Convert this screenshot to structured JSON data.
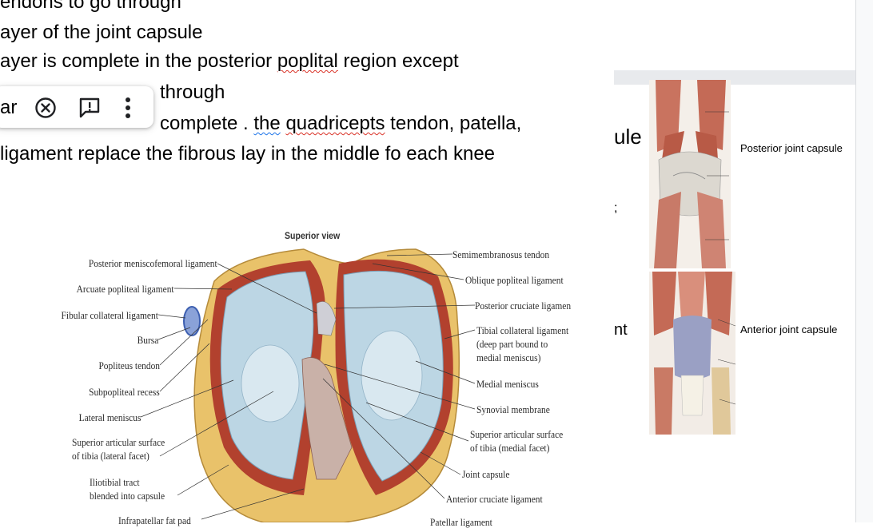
{
  "document": {
    "lines": [
      "endons to go through",
      "ayer of the joint capsule",
      "ayer is complete in the posterior ",
      "poplital",
      " region except",
      "through",
      "complete . ",
      "the",
      " ",
      "quadricepts",
      " tendon, patella,",
      "ligament replace the fibrous lay in the middle fo each knee"
    ]
  },
  "toolbar": {
    "partial_label": "ar",
    "icons": [
      "close-circle-icon",
      "feedback-icon",
      "more-vert-icon"
    ]
  },
  "slide": {
    "partial_text_1": "ule",
    "partial_text_2": "nt",
    "partial_text_3": ";",
    "posterior_caption": "Posterior joint capsule",
    "anterior_caption": "Anterior joint capsule"
  },
  "diagram": {
    "title_partial": "Superior view",
    "left_labels": [
      "Posterior meniscofemoral ligament",
      "Arcuate popliteal ligament",
      "Fibular collateral ligament",
      "Bursa",
      "Popliteus tendon",
      "Subpopliteal recess",
      "Lateral meniscus",
      "Superior articular surface",
      "of tibia (lateral facet)",
      "Iliotibial tract",
      "blended into capsule",
      "Infrapatellar fat pad"
    ],
    "right_labels": [
      "Semimembranosus tendon",
      "Oblique popliteal ligament",
      "Posterior cruciate ligamen",
      "Tibial collateral ligament",
      "(deep part bound to",
      "medial meniscus)",
      "Medial meniscus",
      "Synovial membrane",
      "Superior articular surface",
      "of tibia (medial facet)",
      "Joint capsule",
      "Anterior cruciate ligament",
      "Patellar ligament"
    ]
  },
  "colors": {
    "spell_error": "#d93025",
    "grammar": "#1a73e8",
    "ligament_red": "#b2412e",
    "cartilage_blue": "#bcd6e4",
    "fat_yellow": "#e8b73a"
  }
}
